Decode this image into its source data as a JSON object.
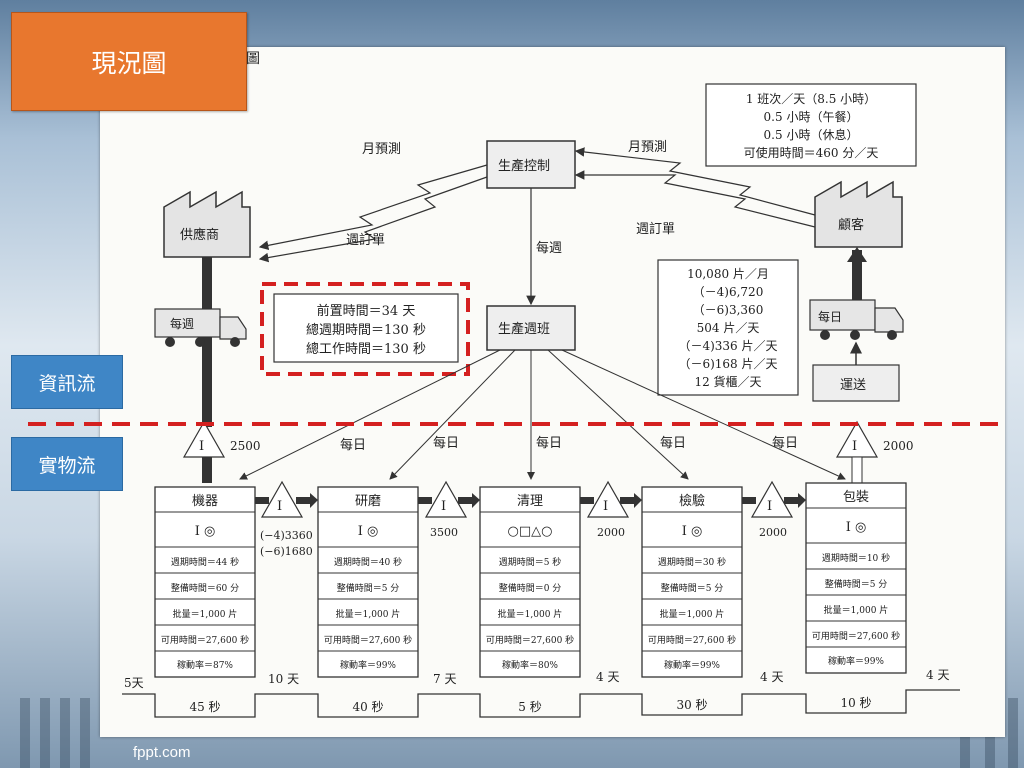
{
  "slide": {
    "title": "現況圖",
    "info_flow_label": "資訊流",
    "material_flow_label": "實物流",
    "footer": "fppt.com",
    "colors": {
      "title_bg": "#e8772e",
      "label_bg": "#3f86c6",
      "dash_red": "#d42020"
    }
  },
  "diagram": {
    "top_left_fragment": "圖",
    "supplier": "供應商",
    "customer": "顧客",
    "production_control": "生產控制",
    "production_schedule": "生產週班",
    "monthly_forecast_left": "月預測",
    "monthly_forecast_right": "月預測",
    "weekly_order_left": "週訂單",
    "weekly_order_right": "週訂單",
    "weekly": "每週",
    "daily": "每日",
    "truck_left": "每週",
    "truck_right": "每日",
    "shipping": "運送",
    "customer_info": [
      "1 班次／天（8.5 小時）",
      "0.5 小時（午餐）",
      "0.5 小時（休息）",
      "可使用時間＝460 分／天"
    ],
    "demand_info": [
      "10,080 片／月",
      "（－4)6,720",
      "（－6)3,360",
      "504 片／天",
      "（－4)336 片／天",
      "（－6)168 片／天",
      "12 貨櫃／天"
    ],
    "summary": [
      "前置時間＝34 天",
      "總週期時間＝130 秒",
      "總工作時間＝130 秒"
    ],
    "inventory": {
      "raw": "2500",
      "after_machining": [
        "(−4)3360",
        "(−6)1680"
      ],
      "after_grinding": "3500",
      "after_cleaning": "2000",
      "after_inspection": "2000",
      "finished": "2000",
      "symbol": "I"
    },
    "processes": [
      {
        "name": "機器",
        "icon": "I ◎",
        "rows": [
          "週期時間＝44 秒",
          "整備時間＝60 分",
          "批量＝1,000 片",
          "可用時間＝27,600 秒",
          "稼動率＝87%"
        ]
      },
      {
        "name": "研磨",
        "icon": "I ◎",
        "rows": [
          "週期時間＝40 秒",
          "整備時間＝5 分",
          "批量＝1,000 片",
          "可用時間＝27,600 秒",
          "稼動率＝99%"
        ]
      },
      {
        "name": "清理",
        "icon": "○□△○",
        "rows": [
          "週期時間＝5 秒",
          "整備時間＝0 分",
          "批量＝1,000 片",
          "可用時間＝27,600 秒",
          "稼動率＝80%"
        ]
      },
      {
        "name": "檢驗",
        "icon": "I ◎",
        "rows": [
          "週期時間＝30 秒",
          "整備時間＝5 分",
          "批量＝1,000 片",
          "可用時間＝27,600 秒",
          "稼動率＝99%"
        ]
      },
      {
        "name": "包裝",
        "icon": "I ◎",
        "rows": [
          "週期時間＝10 秒",
          "整備時間＝5 分",
          "批量＝1,000 片",
          "可用時間＝27,600 秒",
          "稼動率＝99%"
        ]
      }
    ],
    "timeline_days": [
      "5天",
      "10 天",
      "7 天",
      "4 天",
      "4 天",
      "4 天"
    ],
    "timeline_secs": [
      "45 秒",
      "40 秒",
      "5 秒",
      "30 秒",
      "10 秒"
    ]
  }
}
